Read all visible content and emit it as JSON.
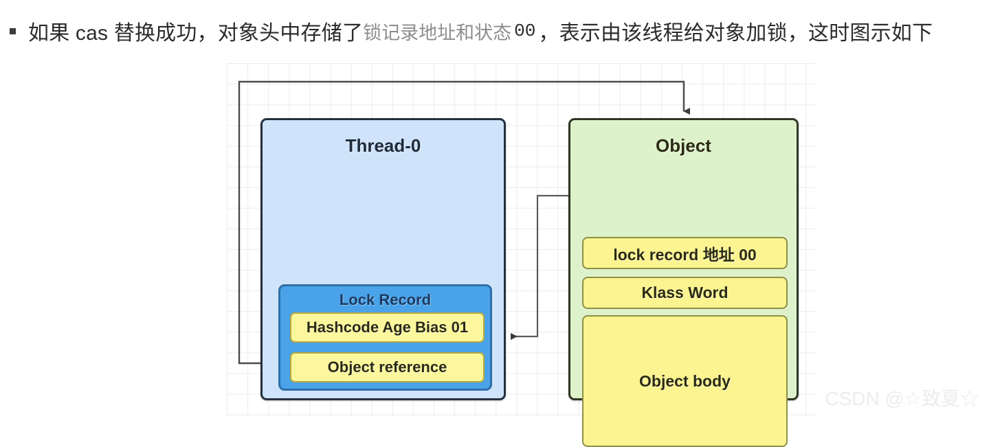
{
  "caption": {
    "bullet": "square-bullet",
    "part1": "如果 cas 替换成功，对象头中存储了",
    "part2_serif": "锁记录地址和状态",
    "part3_mono": "00",
    "part4": "，表示由该线程给对象加锁，这时图示如下"
  },
  "diagram": {
    "thread": {
      "title": "Thread-0",
      "fill": "#cfe3fa",
      "stroke": "#26303f",
      "lock_record": {
        "title": "Lock Record",
        "fill": "#4aa3e8",
        "stroke": "#2f6fa8",
        "fields": [
          {
            "label": "Hashcode Age Bias 01"
          },
          {
            "label": "Object reference"
          }
        ]
      }
    },
    "object": {
      "title": "Object",
      "fill": "#ddf2ca",
      "stroke": "#2f3524",
      "fields": [
        {
          "label": "lock record 地址 00"
        },
        {
          "label": "Klass Word"
        },
        {
          "label": "Object body"
        }
      ]
    },
    "connectors": [
      {
        "name": "objref-to-object-header",
        "style": "orthogonal-arrow"
      },
      {
        "name": "lockrecord-to-lock-record",
        "style": "orthogonal-arrow"
      }
    ],
    "field_fill": "#fbf491",
    "field_stroke": "#8d8f46"
  },
  "watermark": {
    "text": "CSDN @☆致夏☆"
  }
}
